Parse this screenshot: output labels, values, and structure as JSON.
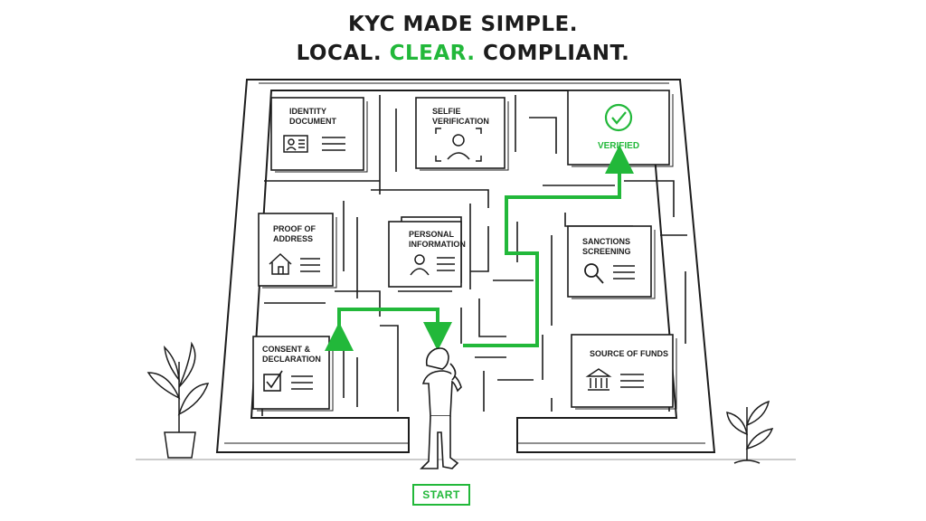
{
  "heading": {
    "line1": "KYC MADE SIMPLE.",
    "line2_part1": "LOCAL.",
    "line2_accent": "CLEAR.",
    "line2_part3": "COMPLIANT."
  },
  "steps": {
    "identity": {
      "line1": "IDENTITY",
      "line2": "DOCUMENT",
      "icon": "id-card-icon"
    },
    "selfie": {
      "line1": "SELFIE",
      "line2": "VERIFICATION",
      "icon": "face-frame-icon"
    },
    "verified": {
      "label": "VERIFIED",
      "icon": "check-circle-icon"
    },
    "address": {
      "line1": "PROOF OF",
      "line2": "ADDRESS",
      "icon": "house-icon"
    },
    "personal": {
      "line1": "PERSONAL",
      "line2": "INFORMATION",
      "icon": "person-icon"
    },
    "sanctions": {
      "line1": "SANCTIONS",
      "line2": "SCREENING",
      "icon": "magnifier-icon"
    },
    "consent": {
      "line1": "CONSENT &",
      "line2": "DECLARATION",
      "icon": "checkbox-icon"
    },
    "funds": {
      "line1": "SOURCE OF FUNDS",
      "icon": "bank-icon"
    }
  },
  "start_label": "START",
  "colors": {
    "accent": "#22b83a",
    "ink": "#1c1c1c",
    "background": "#ffffff"
  }
}
